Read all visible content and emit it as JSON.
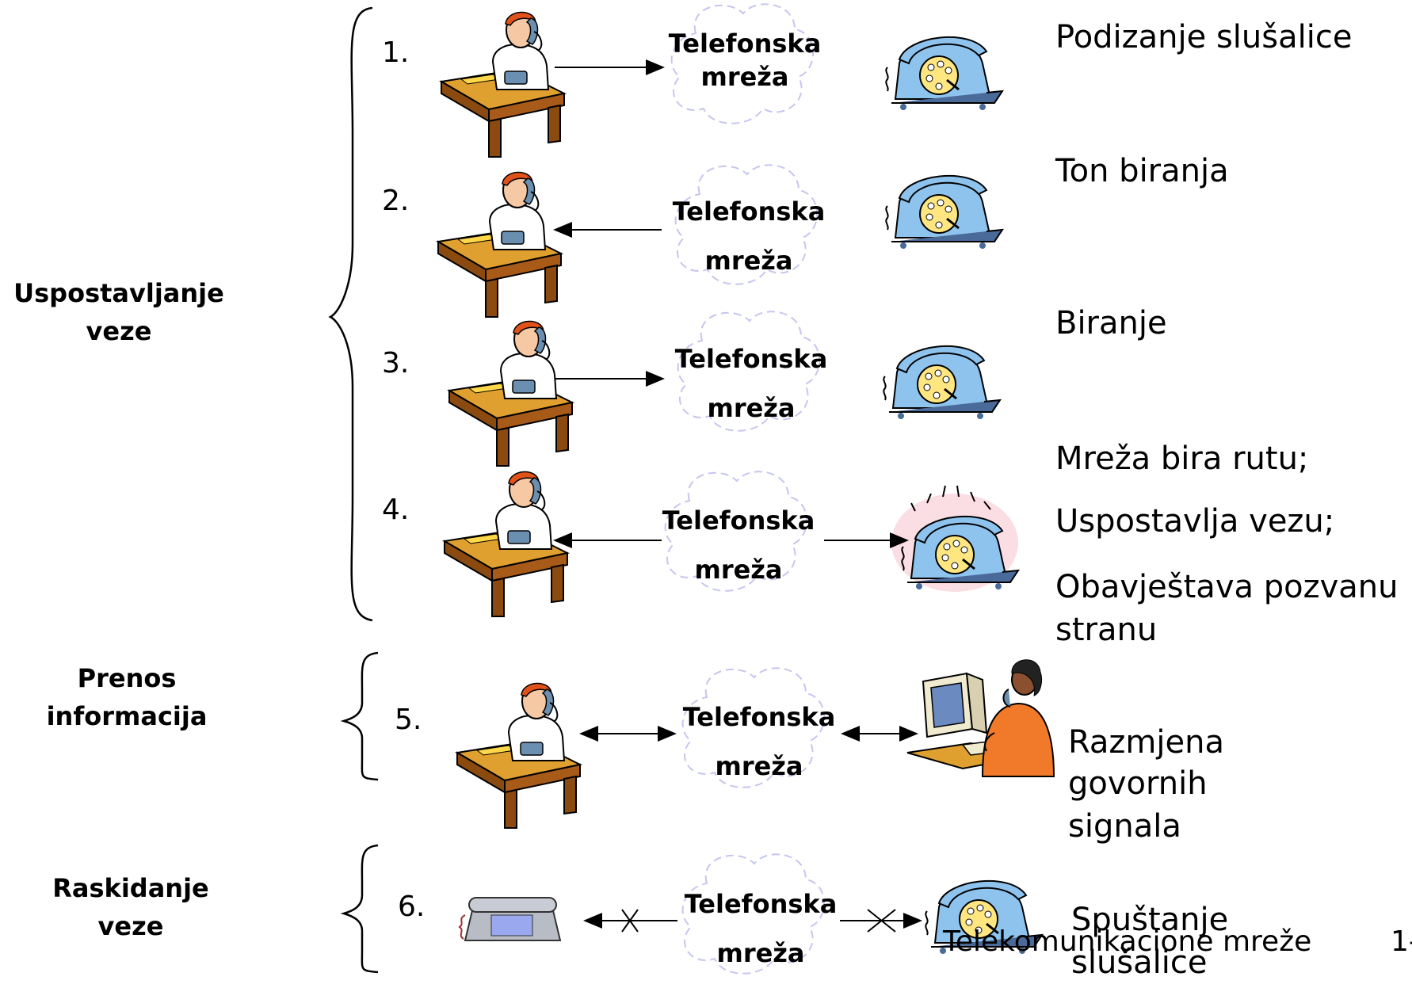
{
  "phases": {
    "setup": "Uspostavljanje veze",
    "transfer": "Prenos informacija",
    "teardown": "Raskidanje veze"
  },
  "cloud_label_1": "Telefonska",
  "cloud_label_2": "mreža",
  "steps": [
    {
      "number": "1.",
      "desc": [
        "Podizanje slušalice"
      ]
    },
    {
      "number": "2.",
      "desc": [
        "Ton biranja"
      ]
    },
    {
      "number": "3.",
      "desc": [
        "Biranje"
      ]
    },
    {
      "number": "4.",
      "desc": [
        "Mreža bira rutu;",
        "Uspostavlja vezu;",
        "Obavještava pozvanu",
        "stranu"
      ]
    },
    {
      "number": "5.",
      "desc": [
        "Razmjena",
        "govornih",
        "signala"
      ]
    },
    {
      "number": "6.",
      "desc": [
        "Spuštanje",
        "slušalice"
      ]
    }
  ],
  "footer": {
    "title": "Telekomunikacione mreže",
    "page": "1-"
  }
}
